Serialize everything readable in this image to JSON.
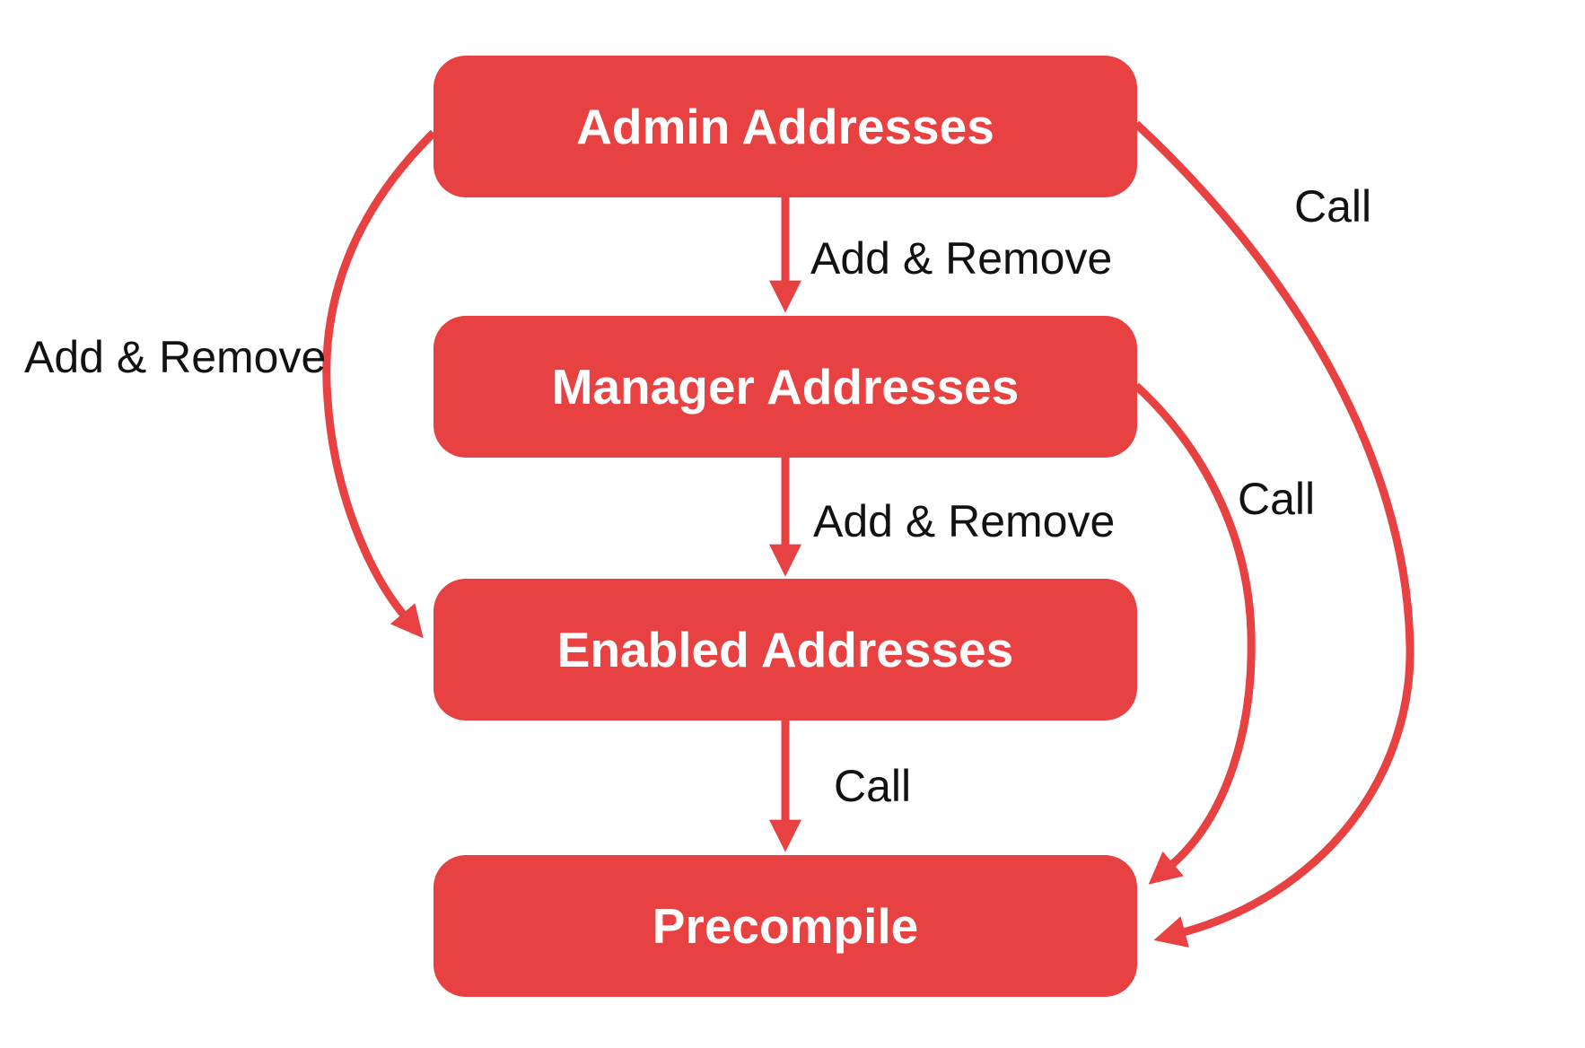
{
  "diagram": {
    "colors": {
      "accent": "#E84142",
      "ink": "#121212",
      "bg": "#FFFFFF"
    },
    "nodes": [
      {
        "id": "admin",
        "label": "Admin Addresses"
      },
      {
        "id": "manager",
        "label": "Manager Addresses"
      },
      {
        "id": "enabled",
        "label": "Enabled Addresses"
      },
      {
        "id": "precompile",
        "label": "Precompile"
      }
    ],
    "edges": [
      {
        "from": "admin",
        "to": "manager",
        "label": "Add & Remove"
      },
      {
        "from": "manager",
        "to": "enabled",
        "label": "Add & Remove"
      },
      {
        "from": "enabled",
        "to": "precompile",
        "label": "Call"
      },
      {
        "from": "admin",
        "to": "enabled",
        "label": "Add & Remove"
      },
      {
        "from": "admin",
        "to": "precompile",
        "label": "Call"
      },
      {
        "from": "manager",
        "to": "precompile",
        "label": "Call"
      }
    ]
  }
}
